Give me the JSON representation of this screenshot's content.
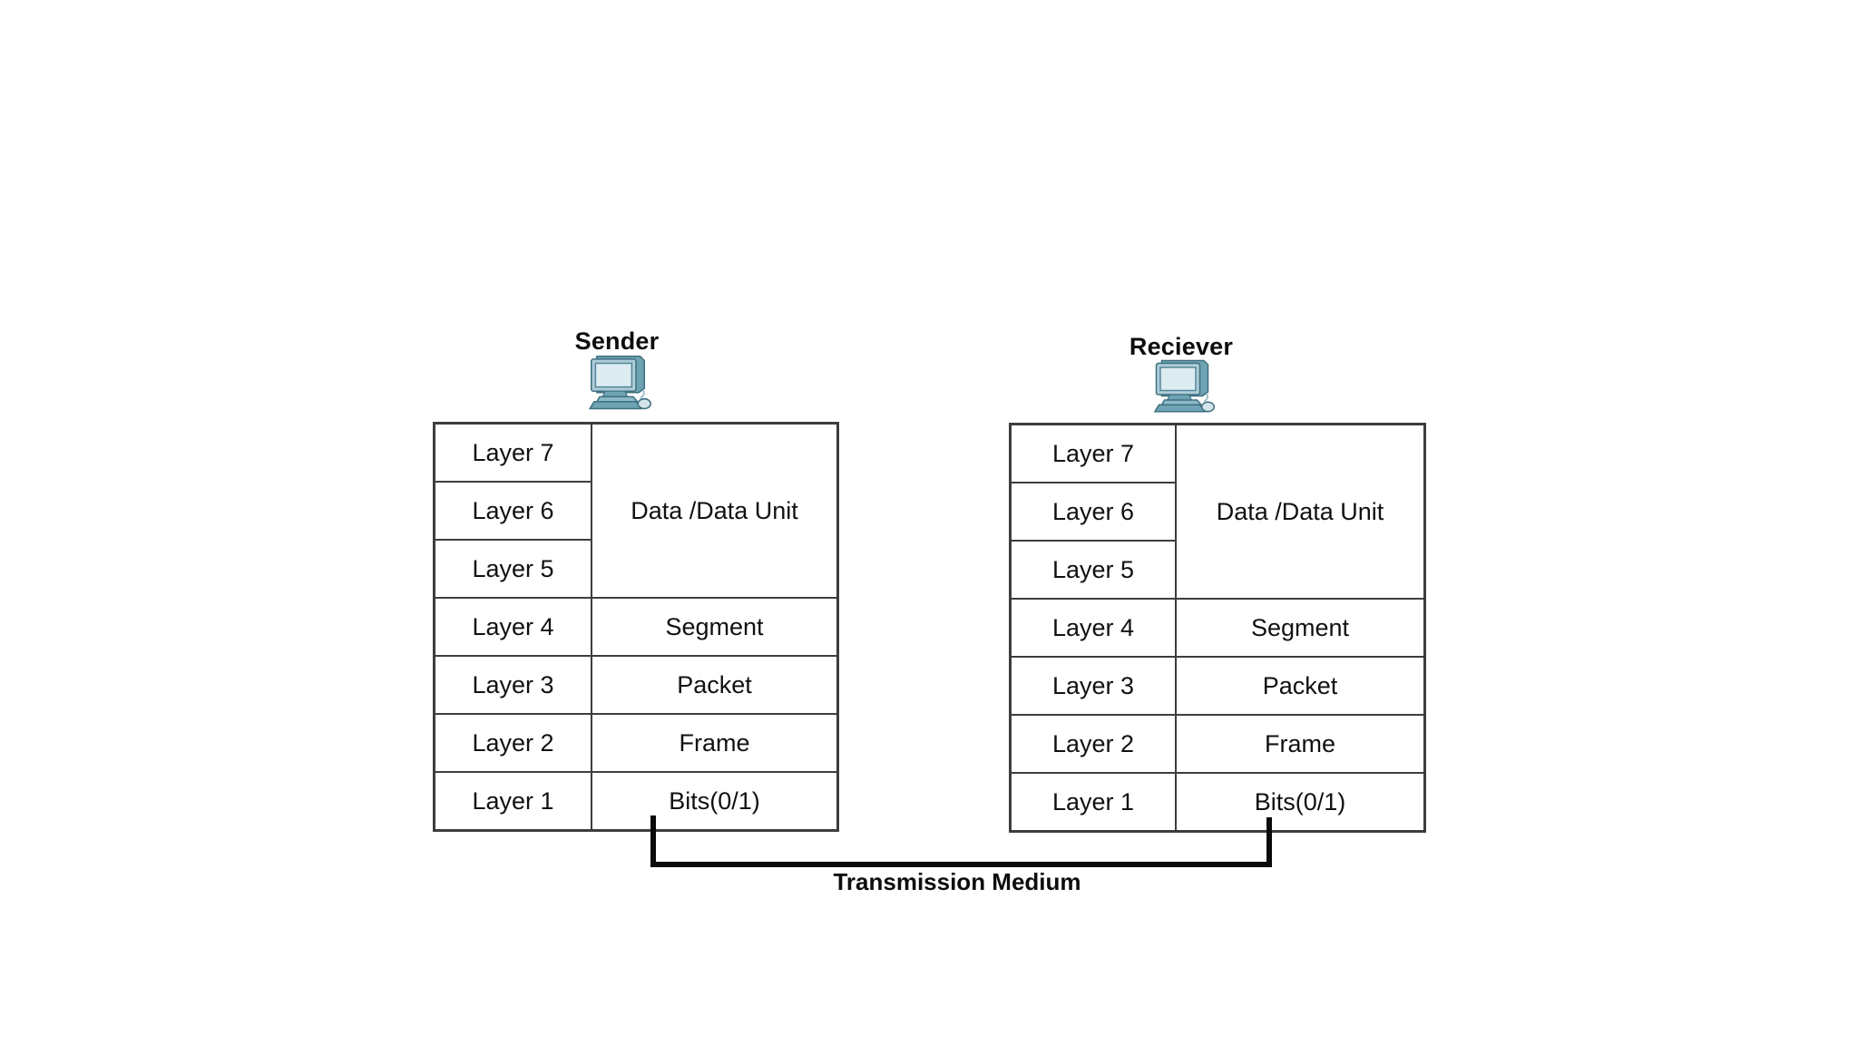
{
  "sender": {
    "title": "Sender",
    "layers": [
      "Layer 7",
      "Layer 6",
      "Layer 5",
      "Layer 4",
      "Layer 3",
      "Layer 2",
      "Layer 1"
    ],
    "merged_data": "Data /Data Unit",
    "data": [
      "Segment",
      "Packet",
      "Frame",
      "Bits(0/1)"
    ]
  },
  "receiver": {
    "title": "Reciever",
    "layers": [
      "Layer 7",
      "Layer 6",
      "Layer 5",
      "Layer 4",
      "Layer 3",
      "Layer 2",
      "Layer 1"
    ],
    "merged_data": "Data /Data Unit",
    "data": [
      "Segment",
      "Packet",
      "Frame",
      "Bits(0/1)"
    ]
  },
  "connector": {
    "label": "Transmission Medium"
  },
  "icons": {
    "sender": "computer-icon",
    "receiver": "computer-icon"
  },
  "colors": {
    "background": "#ffffff",
    "table_border": "#3d3d3d",
    "text": "#111111",
    "connector_line": "#0a0a0a",
    "icon_outline": "#3e707f",
    "icon_body": "#6ea3b4",
    "icon_bezel": "#aecdd8",
    "icon_screen": "#dcecf1"
  }
}
